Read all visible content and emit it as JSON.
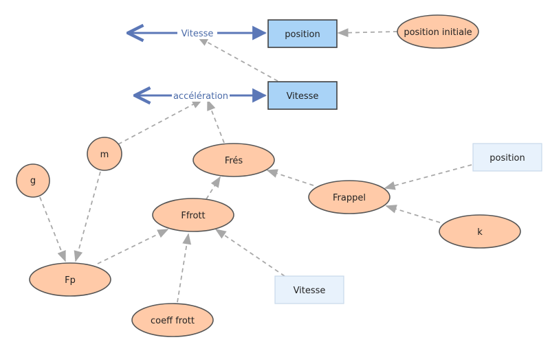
{
  "colors": {
    "variable_fill": "#ffcaa8",
    "variable_stroke": "#555555",
    "stock_fill": "#a9d3f7",
    "stock_stroke": "#3f3f3f",
    "shadow_fill": "#e8f2fc",
    "shadow_stroke": "#c8d8ea",
    "flow_color": "#5b77b7",
    "link_color": "#a8a8a8"
  },
  "stocks": {
    "position": "position",
    "vitesse": "Vitesse"
  },
  "flows": {
    "vitesse": "Vitesse",
    "acceleration": "accélération"
  },
  "variables": {
    "position_initiale": "position initiale",
    "m": "m",
    "g": "g",
    "fres": "Frés",
    "frappel": "Frappel",
    "ffrott": "Ffrott",
    "fp": "Fp",
    "k": "k",
    "coeff_frott": "coeff frott"
  },
  "shadows": {
    "position": "position",
    "vitesse": "Vitesse"
  }
}
